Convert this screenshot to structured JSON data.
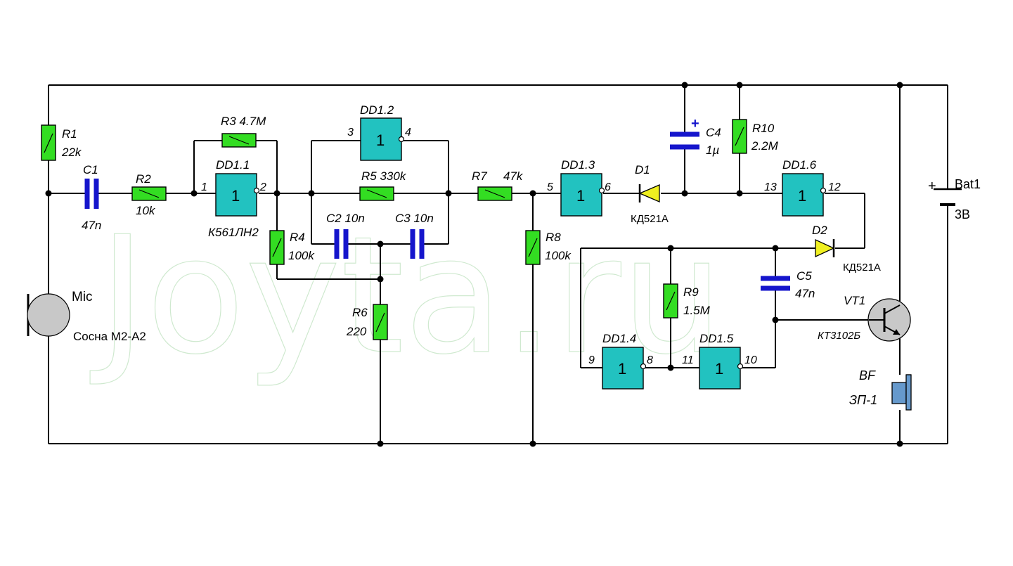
{
  "watermark": "Joyta.ru",
  "components": {
    "R1": {
      "ref": "R1",
      "value": "22k"
    },
    "C1": {
      "ref": "C1",
      "value": "47n"
    },
    "R2": {
      "ref": "R2",
      "value": "10k"
    },
    "R3": {
      "ref": "R3 4.7M"
    },
    "DD11": {
      "ref": "DD1.1",
      "part": "К561ЛН2",
      "in_pin": "1",
      "out_pin": "2",
      "symbol": "1"
    },
    "R4": {
      "ref": "R4",
      "value": "100k"
    },
    "DD12": {
      "ref": "DD1.2",
      "in_pin": "3",
      "out_pin": "4",
      "symbol": "1"
    },
    "R5": {
      "ref": "R5 330k"
    },
    "C2": {
      "ref": "C2  10n"
    },
    "C3": {
      "ref": "C3  10n"
    },
    "R6": {
      "ref": "R6",
      "value": "220"
    },
    "R7": {
      "ref": "R7",
      "value": "47k"
    },
    "R8": {
      "ref": "R8",
      "value": "100k"
    },
    "DD13": {
      "ref": "DD1.3",
      "in_pin": "5",
      "out_pin": "6",
      "symbol": "1"
    },
    "D1": {
      "ref": "D1",
      "part": "КД521А"
    },
    "C4": {
      "ref": "C4",
      "value": "1µ",
      "polarity": "+"
    },
    "R10": {
      "ref": "R10",
      "value": "2.2M"
    },
    "DD16": {
      "ref": "DD1.6",
      "in_pin": "13",
      "out_pin": "12",
      "symbol": "1"
    },
    "D2": {
      "ref": "D2",
      "part": "КД521А"
    },
    "C5": {
      "ref": "C5",
      "value": "47n"
    },
    "R9": {
      "ref": "R9",
      "value": "1.5M"
    },
    "DD14": {
      "ref": "DD1.4",
      "in_pin": "9",
      "out_pin": "8",
      "symbol": "1"
    },
    "DD15": {
      "ref": "DD1.5",
      "in_pin": "11",
      "out_pin": "10",
      "symbol": "1"
    },
    "VT1": {
      "ref": "VT1",
      "part": "КТ3102Б"
    },
    "BF": {
      "ref": "BF",
      "part": "ЗП-1"
    },
    "BAT": {
      "ref": "Bat1",
      "value": "3В",
      "polarity": "+"
    },
    "MIC": {
      "ref": "Mic",
      "part": "Сосна М2-А2"
    }
  },
  "colors": {
    "resistor": "#33dd22",
    "capacitor": "#1515cc",
    "gate": "#22c2c0",
    "diode": "#f0f020",
    "transistor": "#c8c8c8",
    "speaker": "#6699cc",
    "watermark": "#cfe9cf"
  }
}
